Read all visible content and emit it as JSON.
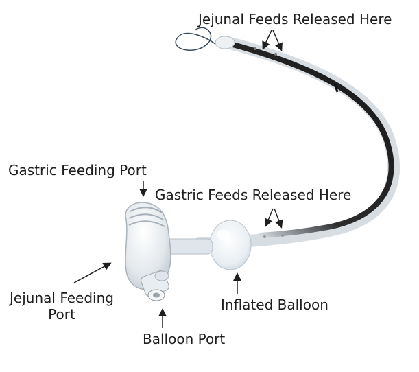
{
  "labels": {
    "jejunal_feeds": "Jejunal Feeds Released Here",
    "gastric_port": "Gastric Feeding Port",
    "gastric_feeds": "Gastric Feeds Released Here",
    "jejunal_port_line1": "Jejunal Feeding",
    "jejunal_port_line2": "Port",
    "inflated_balloon": "Inflated Balloon",
    "balloon_port": "Balloon Port"
  },
  "colors": {
    "text": "#1f1f1f",
    "tube_dark": "#2a2a2a",
    "tube_clear": "#e4e8ec",
    "plastic": "#d6dde3"
  }
}
